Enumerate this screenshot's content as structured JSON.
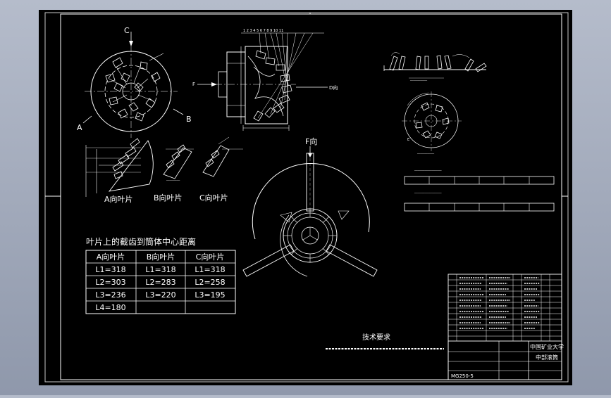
{
  "colors": {
    "background": "#000000",
    "line": "#ffffff",
    "accent": "#f0f060",
    "frame": "#c8c8c8"
  },
  "views": {
    "view_c_label": "C",
    "view_a_label": "A",
    "view_b_label": "B",
    "view_d_label": "D向",
    "view_f_arrow": "F",
    "view_f_title": "F向",
    "blade_a": "A向叶片",
    "blade_b": "B向叶片",
    "blade_c": "C向叶片"
  },
  "table": {
    "title": "叶片上的截齿到筒体中心距离",
    "headers": [
      "A向叶片",
      "B向叶片",
      "C向叶片"
    ],
    "rows": [
      [
        "L1=318",
        "L1=318",
        "L1=318"
      ],
      [
        "L2=303",
        "L2=283",
        "L2=258"
      ],
      [
        "L3=236",
        "L3=220",
        "L3=195"
      ],
      [
        "L4=180",
        "",
        ""
      ]
    ]
  },
  "tech": {
    "title": "技术要求"
  },
  "titleblock": {
    "company": "中国矿业大学",
    "drawing_name": "中部滚筒",
    "drawing_no": "MG250-5"
  }
}
